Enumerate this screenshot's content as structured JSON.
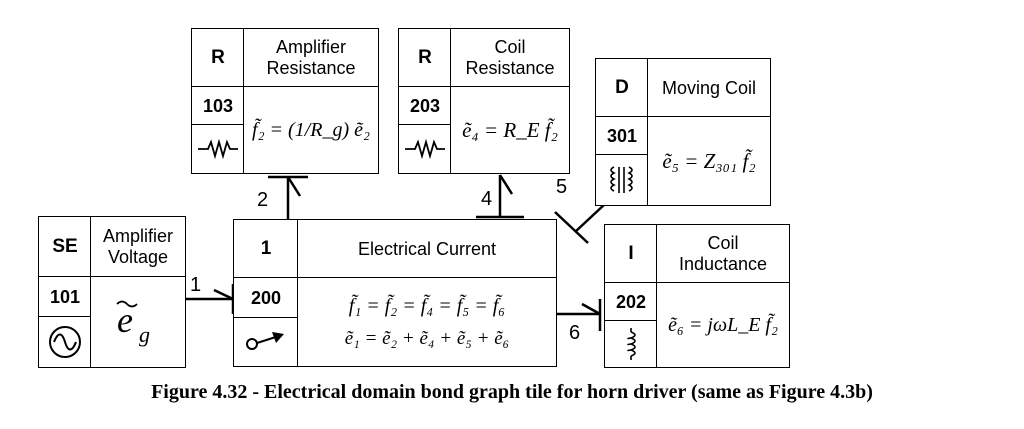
{
  "tiles": {
    "se": {
      "type": "SE",
      "name": "Amplifier Voltage",
      "number": "101",
      "icon": "sine-source-icon",
      "equation": "ẽ_g"
    },
    "j1": {
      "type": "1",
      "name": "Electrical Current",
      "number": "200",
      "icon": "current-arrow-icon",
      "equation_1": "f̃₁ = f̃₂ = f̃₄ = f̃₅ = f̃₆",
      "equation_2": "ẽ₁ = ẽ₂ + ẽ₄ + ẽ₅ + ẽ₆"
    },
    "r103": {
      "type": "R",
      "name": "Amplifier Resistance",
      "number": "103",
      "icon": "resistor-icon",
      "equation": "f̃₂ = (1/R_g) ẽ₂"
    },
    "r203": {
      "type": "R",
      "name": "Coil Resistance",
      "number": "203",
      "icon": "resistor-icon",
      "equation": "ẽ₄ = R_E f̃₂"
    },
    "d301": {
      "type": "D",
      "name": "Moving Coil",
      "number": "301",
      "icon": "coil-transducer-icon",
      "equation": "ẽ₅ = Z₃₀₁ f̃₂"
    },
    "i202": {
      "type": "I",
      "name": "Coil Inductance",
      "number": "202",
      "icon": "inductor-icon",
      "equation": "ẽ₆ = jωL_E f̃₂"
    }
  },
  "bonds": {
    "b1": "1",
    "b2": "2",
    "b4": "4",
    "b5": "5",
    "b6": "6"
  },
  "caption": "Figure 4.32 - Electrical domain bond graph tile for horn driver (same as Figure 4.3b)"
}
